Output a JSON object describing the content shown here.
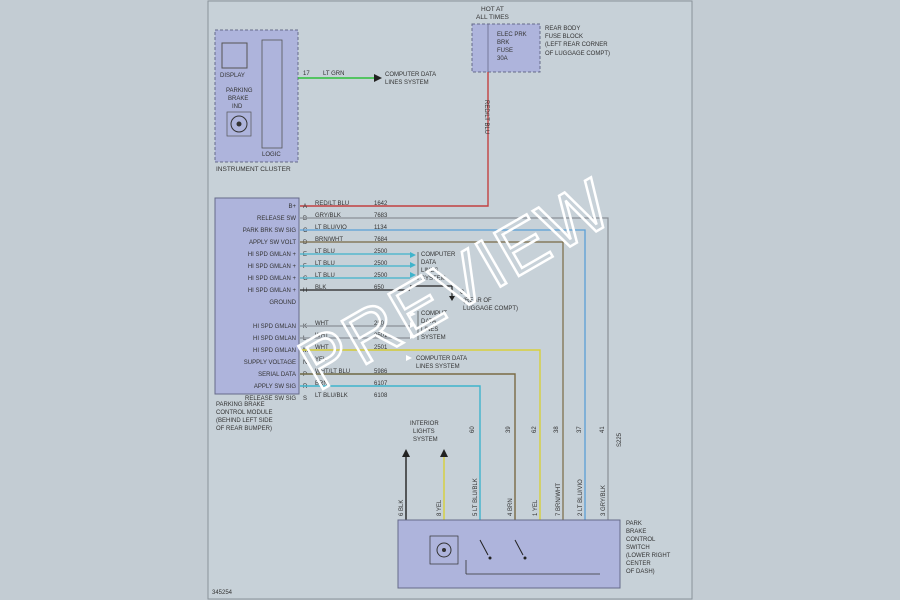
{
  "labels": {
    "hot_at": "HOT AT",
    "all_times": "ALL TIMES",
    "fuse_l1": "ELEC PRK",
    "fuse_l2": "BRK",
    "fuse_l3": "FUSE",
    "fuse_l4": "30A",
    "rear_body_l1": "REAR BODY",
    "rear_body_l2": "FUSE BLOCK",
    "rear_body_l3": "(LEFT REAR CORNER",
    "rear_body_l4": "OF LUGGAGE COMPT)",
    "display": "DISPLAY",
    "parking_l1": "PARKING",
    "parking_l2": "BRAKE",
    "parking_l3": "IND",
    "logic": "LOGIC",
    "instrument_cluster": "INSTRUMENT CLUSTER",
    "ic_pin": "17",
    "ic_wire": "LT GRN",
    "cd_top_l1": "COMPUTER DATA",
    "cd_top_l2": "LINES SYSTEM",
    "vert_wire": "RED/LT BLU",
    "pbcm_l1": "PARKING BRAKE",
    "pbcm_l2": "CONTROL MODULE",
    "pbcm_l3": "(BEHIND LEFT SIDE",
    "pbcm_l4": "OF REAR BUMPER)",
    "cd1_l1": "COMPUTER",
    "cd1_l2": "DATA",
    "cd1_l3": "LINES",
    "cd1_l4": "SYSTEM",
    "ground_l1": "G",
    "ground_l2": "(REAR OF",
    "ground_l3": "LUGGAGE COMPT)",
    "cd2_l1": "COMPUT",
    "cd2_l2": "DATA",
    "cd2_l3": "LINES",
    "cd2_l4": "SYSTEM",
    "cd3_l1": "COMPUTER DATA",
    "cd3_l2": "LINES SYSTEM",
    "ils_l1": "INTERIOR",
    "ils_l2": "LIGHTS",
    "ils_l3": "SYSTEM",
    "pbcs_l1": "PARK",
    "pbcs_l2": "BRAKE",
    "pbcs_l3": "CONTROL",
    "pbcs_l4": "SWITCH",
    "pbcs_l5": "(LOWER RIGHT",
    "pbcs_l6": "CENTER",
    "pbcs_l7": "OF DASH)",
    "ref_num": "345254",
    "splice": "S225",
    "watermark": "PREVIEW"
  },
  "module_rows": [
    {
      "name": "B+",
      "pin": "A",
      "wire": "RED/LT BLU",
      "circuit": "1642"
    },
    {
      "name": "RELEASE SW",
      "pin": "B",
      "wire": "GRY/BLK",
      "circuit": "7683"
    },
    {
      "name": "PARK BRK SW SIG",
      "pin": "C",
      "wire": "LT BLU/VIO",
      "circuit": "1134"
    },
    {
      "name": "APPLY SW VOLT",
      "pin": "D",
      "wire": "BRN/WHT",
      "circuit": "7684"
    },
    {
      "name": "HI SPD GMLAN +",
      "pin": "E",
      "wire": "LT BLU",
      "circuit": "2500"
    },
    {
      "name": "HI SPD GMLAN +",
      "pin": "F",
      "wire": "LT BLU",
      "circuit": "2500"
    },
    {
      "name": "HI SPD GMLAN +",
      "pin": "G",
      "wire": "LT BLU",
      "circuit": "2500"
    },
    {
      "name": "HI SPD GMLAN +",
      "pin": "H",
      "wire": "BLK",
      "circuit": "650"
    },
    {
      "name": "GROUND",
      "pin": "",
      "wire": "",
      "circuit": ""
    },
    {
      "name": "",
      "pin": "",
      "wire": "",
      "circuit": ""
    },
    {
      "name": "HI SPD GMLAN",
      "pin": "K",
      "wire": "WHT",
      "circuit": "250"
    },
    {
      "name": "HI SPD GMLAN",
      "pin": "L",
      "wire": "WHT",
      "circuit": "2501"
    },
    {
      "name": "HI SPD GMLAN",
      "pin": "M",
      "wire": "WHT",
      "circuit": "2501"
    },
    {
      "name": "SUPPLY VOLTAGE",
      "pin": "N",
      "wire": "YEL",
      "circuit": ""
    },
    {
      "name": "SERIAL DATA",
      "pin": "P",
      "wire": "WHT/LT BLU",
      "circuit": "5986"
    },
    {
      "name": "APPLY SW SIG",
      "pin": "R",
      "wire": "BRN",
      "circuit": "6107"
    },
    {
      "name": "RELEASE SW SIG",
      "pin": "S",
      "wire": "LT BLU/BLK",
      "circuit": "6108"
    }
  ],
  "switch_pins": [
    {
      "pin": "6",
      "wire": "BLK"
    },
    {
      "pin": "8",
      "wire": "YEL"
    },
    {
      "pin": "5",
      "wire": "LT BLU/BLK"
    },
    {
      "pin": "4",
      "wire": "BRN"
    },
    {
      "pin": "1",
      "wire": "YEL"
    },
    {
      "pin": "7",
      "wire": "BRN/WHT"
    },
    {
      "pin": "2",
      "wire": "LT BLU/VIO"
    },
    {
      "pin": "3",
      "wire": "GRY/BLK"
    }
  ],
  "drop_circuits": [
    "60",
    "39",
    "62",
    "38",
    "37",
    "41"
  ],
  "colors": {
    "background": "#c3ccd3",
    "paper": "#c7d1d8",
    "box_fill": "#aeb4dc",
    "box_stroke": "#666a8a",
    "wire_green": "#2fbf3a",
    "wire_red": "#c24141",
    "wire_cyan": "#3fb4cc",
    "wire_blue": "#5a9fd6",
    "wire_yellow": "#d8cf3a",
    "wire_brown": "#7a6a44",
    "wire_gray": "#8a8f96",
    "wire_black": "#222222"
  }
}
